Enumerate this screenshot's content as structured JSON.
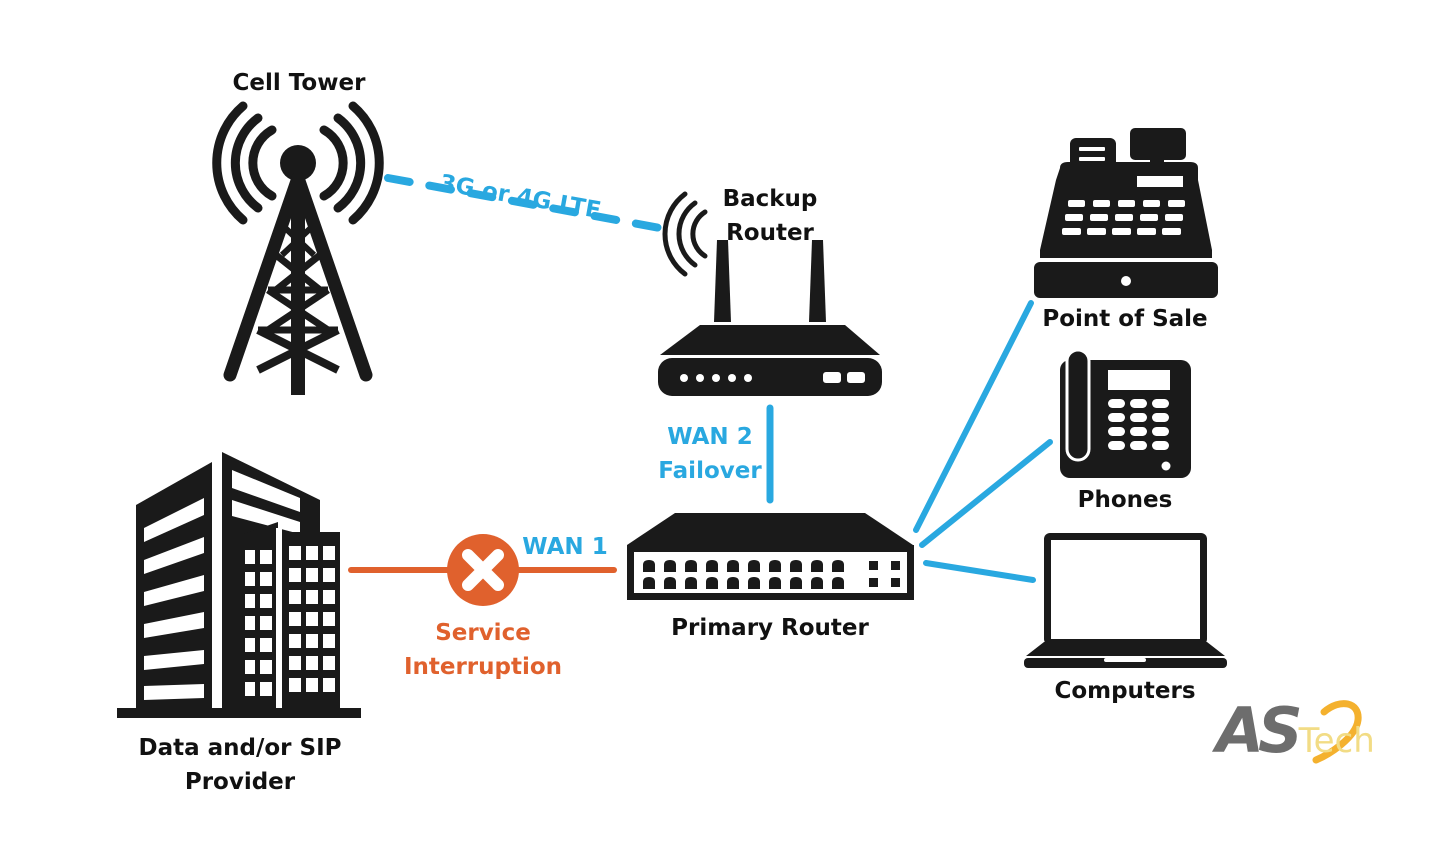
{
  "colors": {
    "icon": "#1a1a1a",
    "cellular_link": "#29a8e0",
    "lan_link": "#29a8e0",
    "wan1_link": "#e0612d",
    "interruption": "#e0612d",
    "logo_gray": "#6d6d6d",
    "logo_gold": "#f4b12e"
  },
  "nodes": {
    "cell_tower": {
      "label": "Cell Tower",
      "icon": "cell-tower-icon"
    },
    "backup_router": {
      "label_line1": "Backup",
      "label_line2": "Router",
      "icon": "wireless-router-icon"
    },
    "primary_router": {
      "label": "Primary Router",
      "icon": "network-switch-icon"
    },
    "provider": {
      "label_line1": "Data and/or SIP",
      "label_line2": "Provider",
      "icon": "office-building-icon"
    },
    "pos": {
      "label": "Point of Sale",
      "icon": "cash-register-icon"
    },
    "phones": {
      "label": "Phones",
      "icon": "desk-phone-icon"
    },
    "computers": {
      "label": "Computers",
      "icon": "laptop-icon"
    }
  },
  "links": {
    "cellular": {
      "label": "3G or 4G LTE",
      "style": "dashed"
    },
    "wan2": {
      "label_line1": "WAN 2",
      "label_line2": "Failover"
    },
    "wan1": {
      "label": "WAN 1"
    },
    "interruption": {
      "label_line1": "Service",
      "label_line2": "Interruption",
      "icon": "x-circle-icon"
    }
  },
  "logo": {
    "primary": "AS",
    "secondary": "Tech"
  }
}
